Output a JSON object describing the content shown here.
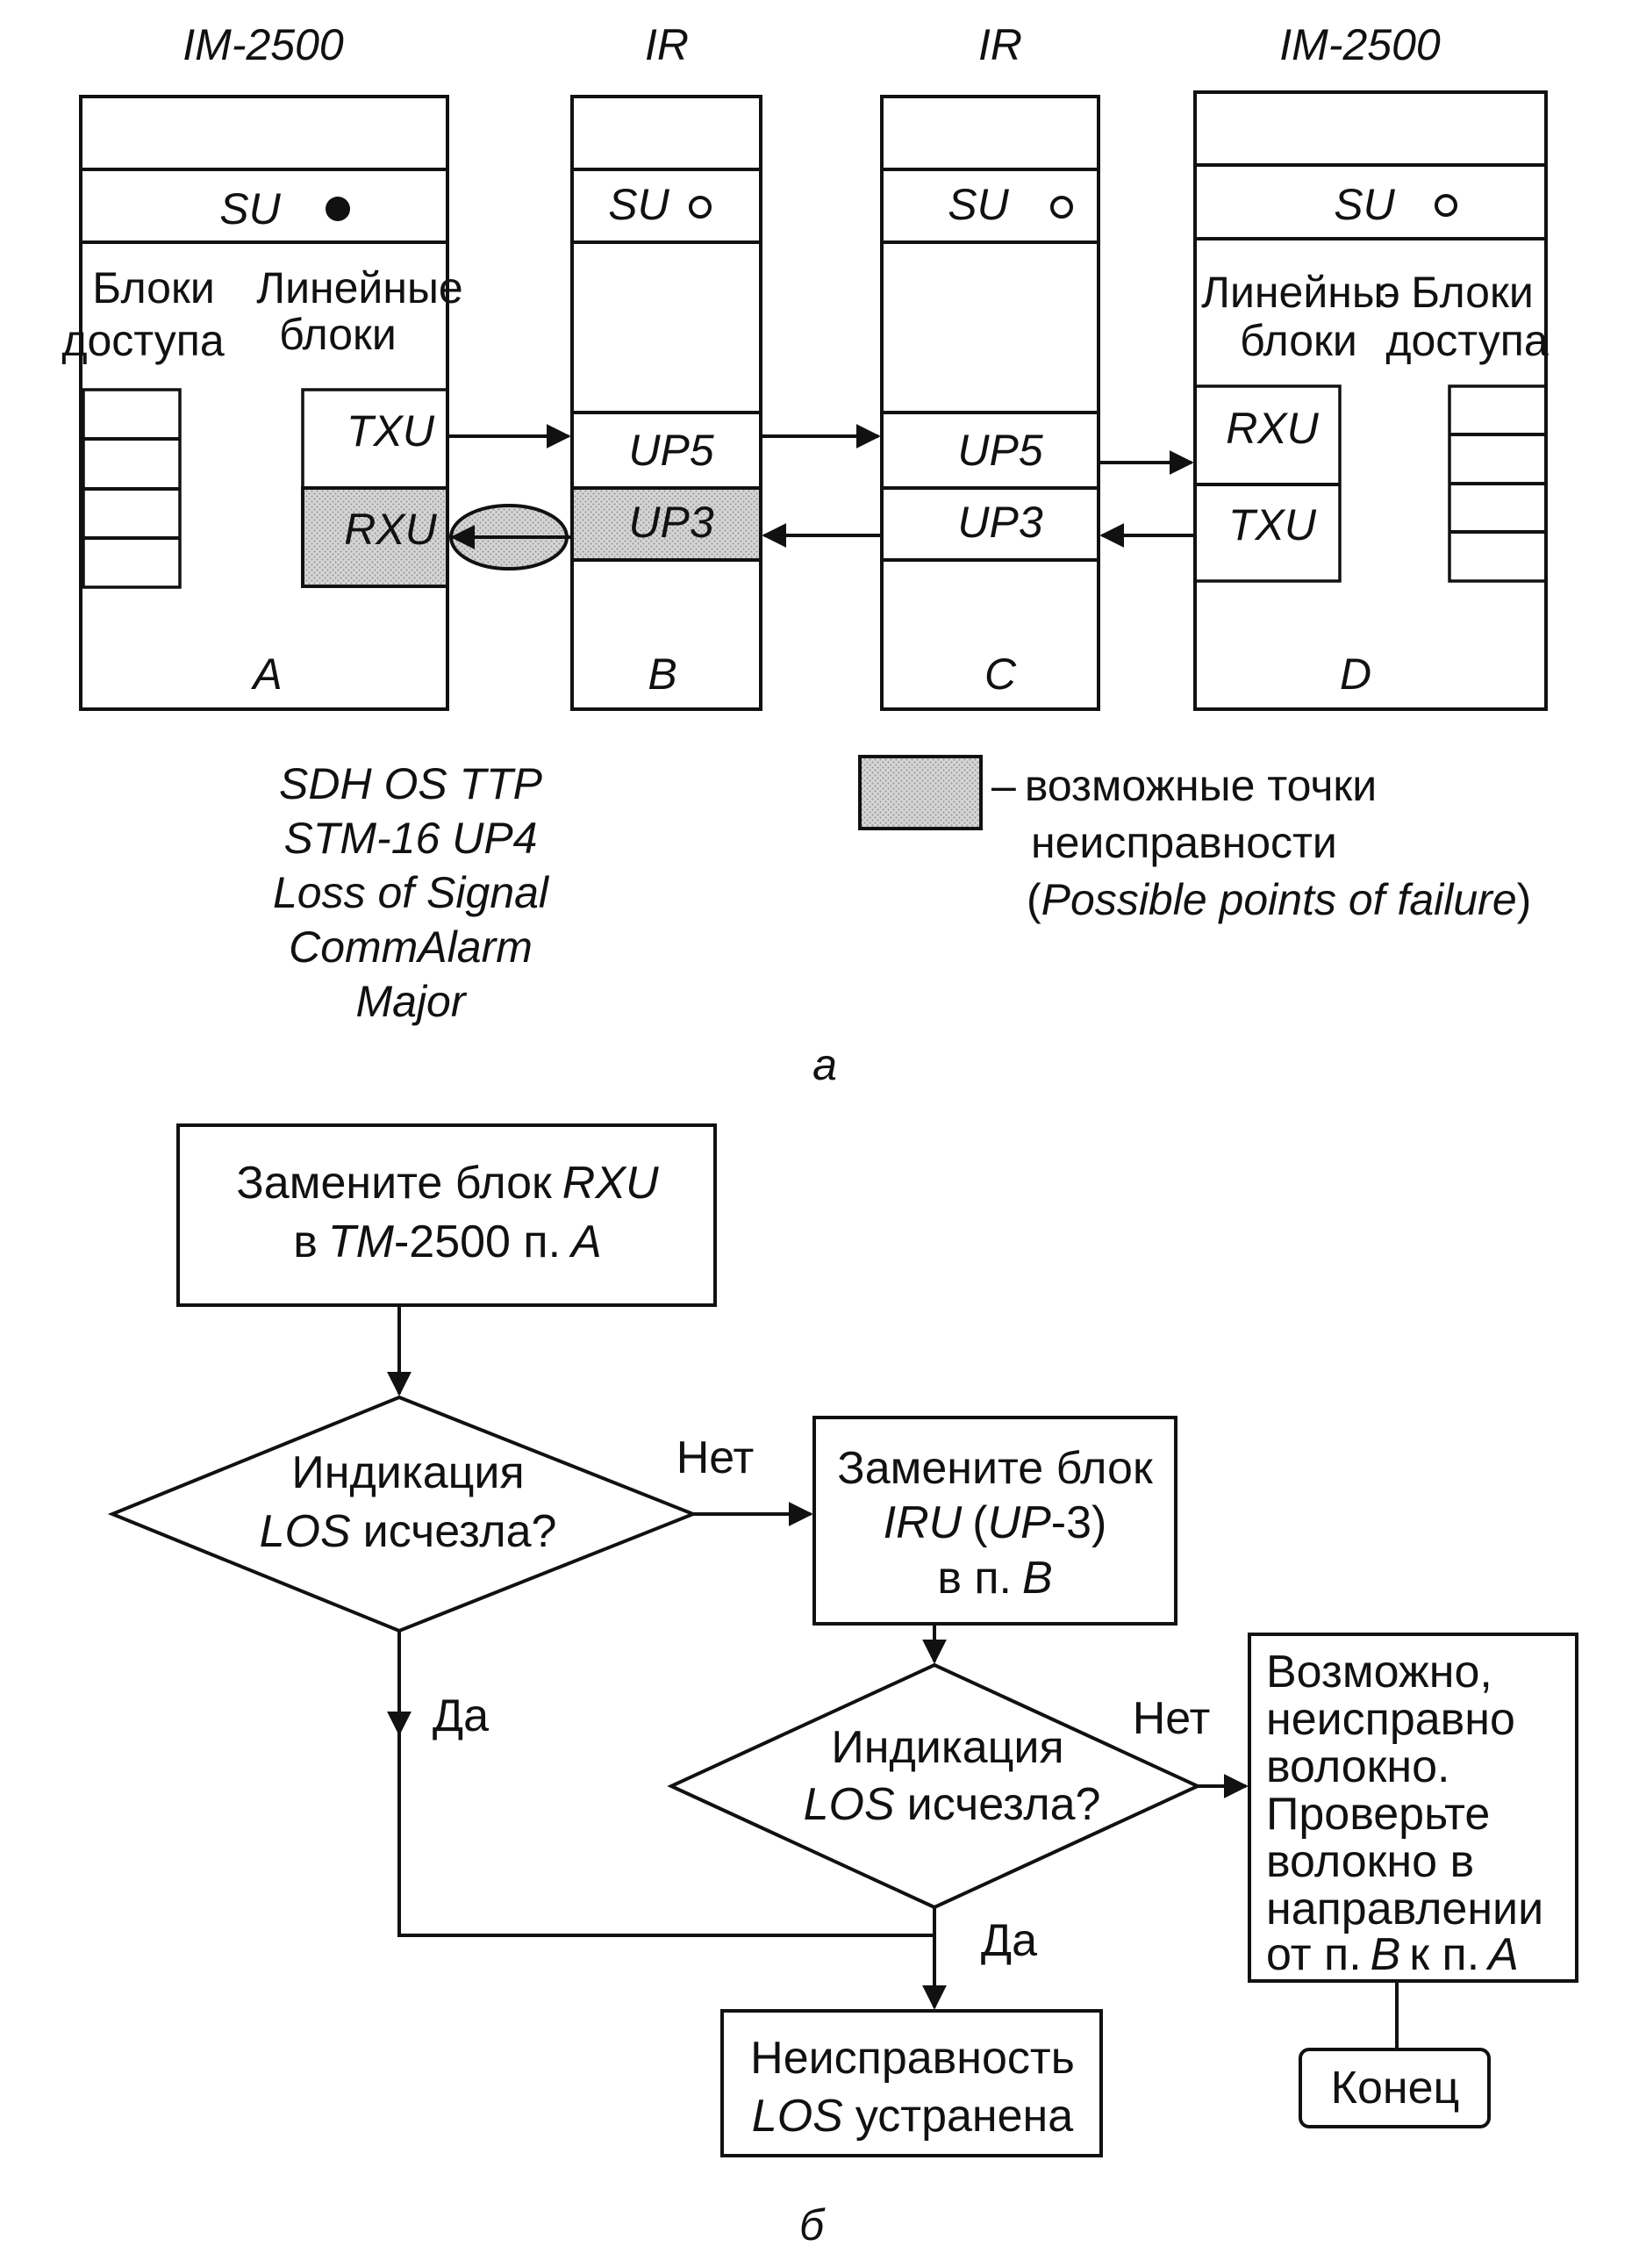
{
  "part_a": {
    "caption": "a",
    "stations": {
      "A": {
        "type": "IM-2500",
        "su": "SU",
        "letter": "A",
        "access_blocks": "Блоки доступа",
        "line_blocks": "Линейные блоки",
        "txu": "TXU",
        "rxu": "RXU",
        "su_indicator": "filled"
      },
      "B": {
        "type": "IR",
        "su": "SU",
        "letter": "B",
        "up5": "UP5",
        "up3": "UP3",
        "su_indicator": "empty"
      },
      "C": {
        "type": "IR",
        "su": "SU",
        "letter": "C",
        "up5": "UP5",
        "up3": "UP3",
        "su_indicator": "empty"
      },
      "D": {
        "type": "IM-2500",
        "su": "SU",
        "letter": "D",
        "line_blocks": "Линейные блоки",
        "access_blocks": "Блоки доступа",
        "rxu": "RXU",
        "txu": "TXU",
        "su_indicator": "empty"
      }
    },
    "alarm_lines": [
      "SDH OS TTP",
      "STM-16 UP4",
      "Loss of Signal",
      "CommAlarm",
      "Major"
    ],
    "legend": {
      "dash": "–",
      "line1": "возможные точки",
      "line2": "неисправности",
      "line3_open": "(",
      "line3_italic": "Possible points of failure",
      "line3_close": ")"
    },
    "failure_fill": "#c9c9c9"
  },
  "part_b": {
    "caption": "б",
    "start": {
      "line1": "Замените блок",
      "line1_it": "RXU",
      "line2_pre": "в",
      "line2_it": "TM",
      "line2_mid": "-2500 п.",
      "line2_it2": "A"
    },
    "decision1": {
      "line1": "Индикация",
      "line2_it": "LOS",
      "line2": "исчезла?"
    },
    "no1": "Нет",
    "yes1": "Да",
    "replace_iru": {
      "line1": "Замените блок",
      "line2_it": "IRU",
      "line2_mid": "(",
      "line2_it2": "UP",
      "line2_end": "-3)",
      "line3": "в п.",
      "line3_it": "B"
    },
    "decision2": {
      "line1": "Индикация",
      "line2_it": "LOS",
      "line2": "исчезла?"
    },
    "no2": "Нет",
    "yes2": "Да",
    "fiber": {
      "line1": "Возможно,",
      "line2": "неисправно",
      "line3": "волокно.",
      "line4": "Проверьте",
      "line5": "волокно в",
      "line6": "направлении",
      "line7_pre": "от п.",
      "line7_it": "B",
      "line7_mid": "к п.",
      "line7_it2": "A"
    },
    "fixed": {
      "line1": "Неисправность",
      "line2_it": "LOS",
      "line2": "устранена"
    },
    "end": "Конец"
  }
}
